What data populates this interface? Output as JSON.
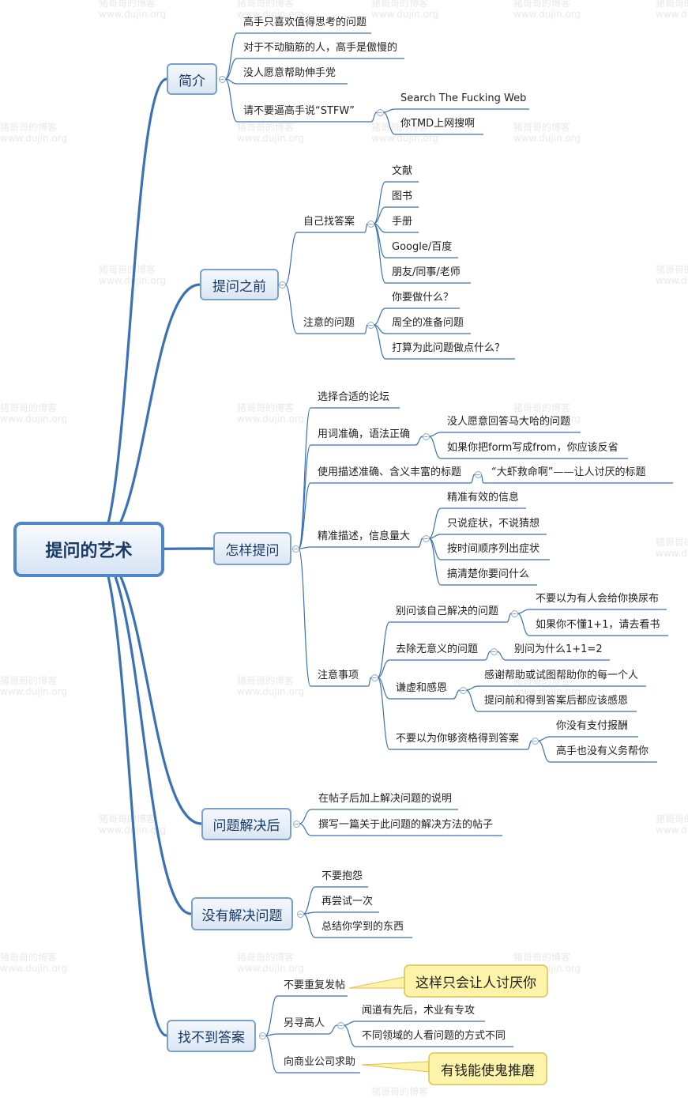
{
  "root": "提问的艺术",
  "branches": [
    {
      "label": "简介",
      "items": [
        "高手只喜欢值得思考的问题",
        "对于不动脑筋的人，高手是傲慢的",
        "没人愿意帮助伸手党",
        "请不要逼高手说“STFW”"
      ],
      "sub": [
        "Search The Fucking Web",
        "你TMD上网搜啊"
      ]
    },
    {
      "label": "提问之前",
      "groups": [
        {
          "label": "自己找答案",
          "items": [
            "文献",
            "图书",
            "手册",
            "Google/百度",
            "朋友/同事/老师"
          ]
        },
        {
          "label": "注意的问题",
          "items": [
            "你要做什么？",
            "周全的准备问题",
            "打算为此问题做点什么？"
          ]
        }
      ]
    },
    {
      "label": "怎样提问",
      "groups": [
        {
          "label": "选择合适的论坛",
          "items": []
        },
        {
          "label": "用词准确，语法正确",
          "items": [
            "没人愿意回答马大哈的问题",
            "如果你把form写成from，你应该反省"
          ]
        },
        {
          "label": "使用描述准确、含义丰富的标题",
          "items": [
            "“大虾救命啊”——让人讨厌的标题"
          ]
        },
        {
          "label": "精准描述，信息量大",
          "items": [
            "精准有效的信息",
            "只说症状，不说猜想",
            "按时间顺序列出症状",
            "搞清楚你要问什么"
          ]
        },
        {
          "label": "注意事项",
          "subgroups": [
            {
              "label": "别问该自己解决的问题",
              "items": [
                "不要以为有人会给你换尿布",
                "如果你不懂1+1，请去看书"
              ]
            },
            {
              "label": "去除无意义的问题",
              "items": [
                "别问为什么1+1=2"
              ]
            },
            {
              "label": "谦虚和感恩",
              "items": [
                "感谢帮助或试图帮助你的每一个人",
                "提问前和得到答案后都应该感恩"
              ]
            },
            {
              "label": "不要以为你够资格得到答案",
              "items": [
                "你没有支付报酬",
                "高手也没有义务帮你"
              ]
            }
          ]
        }
      ]
    },
    {
      "label": "问题解决后",
      "items": [
        "在帖子后加上解决问题的说明",
        "撰写一篇关于此问题的解决方法的帖子"
      ]
    },
    {
      "label": "没有解决问题",
      "items": [
        "不要抱怨",
        "再尝试一次",
        "总结你学到的东西"
      ]
    },
    {
      "label": "找不到答案",
      "groups": [
        {
          "label": "不要重复发帖",
          "callout": "这样只会让人讨厌你"
        },
        {
          "label": "另寻高人",
          "items": [
            "闻道有先后，术业有专攻",
            "不同领域的人看问题的方式不同"
          ]
        },
        {
          "label": "向商业公司求助",
          "callout": "有钱能使鬼推磨"
        }
      ]
    }
  ],
  "watermark": {
    "line1": "猪哥哥的博客",
    "line2": "www.dujin.org"
  },
  "colors": {
    "line": "#3a72b5",
    "box_border": "#7aa0cc",
    "root_border": "#4f86c6",
    "callout_fill": "#fdf3a9",
    "callout_border": "#e0c050"
  }
}
